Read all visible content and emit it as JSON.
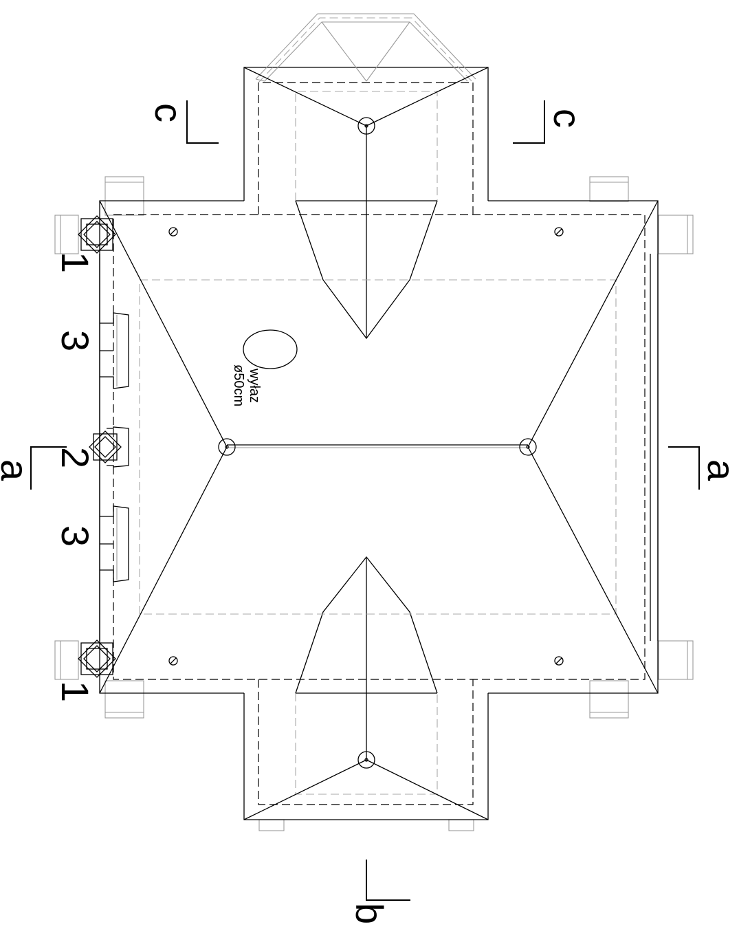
{
  "drawing": {
    "section_markers": [
      {
        "id": "a-left",
        "letter": "a"
      },
      {
        "id": "a-right",
        "letter": "a"
      },
      {
        "id": "b-bottom",
        "letter": "b"
      },
      {
        "id": "c-left",
        "letter": "c"
      },
      {
        "id": "c-right",
        "letter": "c"
      }
    ],
    "item_numbers": [
      {
        "id": "n1-top",
        "text": "1"
      },
      {
        "id": "n3-top",
        "text": "3"
      },
      {
        "id": "n2",
        "text": "2"
      },
      {
        "id": "n3-bottom",
        "text": "3"
      },
      {
        "id": "n1-bottom",
        "text": "1"
      }
    ],
    "vent_note": {
      "line1": "wyłaz",
      "line2": "ø50cm"
    }
  }
}
